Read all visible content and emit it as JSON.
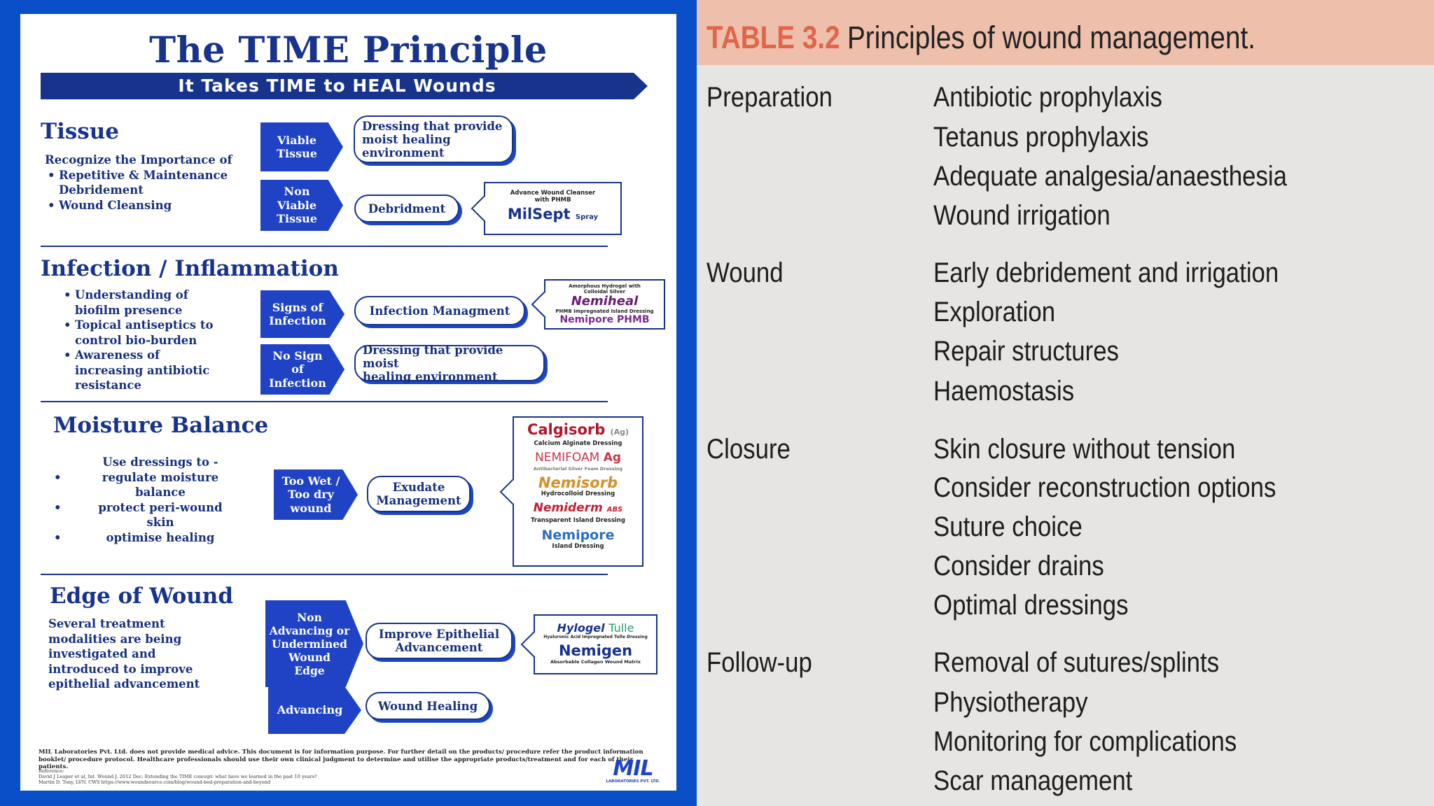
{
  "poster": {
    "title": "The TIME Principle",
    "banner": "It Takes TIME to HEAL Wounds",
    "tissue": {
      "heading": "Tissue",
      "intro": "Recognize the Importance of",
      "bullet1_l1": "Repetitive & Maintenance",
      "bullet1_l2": "Debridement",
      "bullet2": "Wound Cleansing",
      "arrow1_l1": "Viable",
      "arrow1_l2": "Tissue",
      "pill1_l1": "Dressing  that provide",
      "pill1_l2": "moist healing",
      "pill1_l3": "environment",
      "arrow2_l1": "Non",
      "arrow2_l2": "Viable",
      "arrow2_l3": "Tissue",
      "pill2": "Debridment",
      "box_sub1": "Advance Wound Cleanser",
      "box_sub2": "with PHMB",
      "box_product": "MilSept",
      "box_product_suffix": "Spray"
    },
    "infection": {
      "heading": "Infection / Inflammation",
      "b1_l1": "Understanding of",
      "b1_l2": "biofilm presence",
      "b2_l1": "Topical antiseptics to",
      "b2_l2": "control bio-burden",
      "b3_l1": "Awareness of",
      "b3_l2": "increasing antibiotic",
      "b3_l3": "resistance",
      "arrow1_l1": "Signs of",
      "arrow1_l2": "Infection",
      "pill1": "Infection Managment",
      "arrow2_l1": "No Sign",
      "arrow2_l2": "of",
      "arrow2_l3": "Infection",
      "pill2_l1": "Dressing  that provide moist",
      "pill2_l2": "healing environment",
      "box_sub1": "Amorphous Hydrogel with",
      "box_sub2": "Colloidal Silver",
      "box_product1": "Nemiheal",
      "box_sub3": "PHMB Impregnated Island Dressing",
      "box_product2": "Nemipore PHMB"
    },
    "moisture": {
      "heading": "Moisture Balance",
      "intro": "Use dressings to -",
      "b1_l1": "regulate moisture",
      "b1_l2": "balance",
      "b2_l1": "protect peri-wound",
      "b2_l2": "skin",
      "b3": "optimise healing",
      "arrow_l1": "Too Wet /",
      "arrow_l2": "Too dry",
      "arrow_l3": "wound",
      "pill_l1": "Exudate",
      "pill_l2": "Management",
      "p1": "Calgisorb",
      "p1_suffix": "(Ag)",
      "p1_sub": "Calcium Alginate Dressing",
      "p2": "NEMIFOAM",
      "p2_suffix": "Ag",
      "p2_sub": "Antibacterial Silver Foam Dressing",
      "p3": "Nemisorb",
      "p3_sub": "Hydrocolloid Dressing",
      "p4": "Nemiderm",
      "p4_suffix": "ABS",
      "p4_sub": "Transparent Island Dressing",
      "p5": "Nemipore",
      "p5_sub": "Island Dressing"
    },
    "edge": {
      "heading": "Edge of Wound",
      "t1": "Several treatment",
      "t2": "modalities are being",
      "t3": "investigated and",
      "t4": "introduced to improve",
      "t5": "epithelial advancement",
      "arrow1_l1": "Non",
      "arrow1_l2": "Advancing or",
      "arrow1_l3": "Undermined",
      "arrow1_l4": "Wound",
      "arrow1_l5": "Edge",
      "pill1_l1": "Improve Epithelial",
      "pill1_l2": "Advancement",
      "arrow2": "Advancing",
      "pill2": "Wound Healing",
      "box_product1": "Hylogel",
      "box_product1_suffix": "Tulle",
      "box_sub1": "Hyaluronic Acid Impregnated Tulle Dressing",
      "box_product2": "Nemigen",
      "box_sub2": "Absorbable Collagen Wound Matrix"
    },
    "disclaimer": "MIL Laboratories Pvt. Ltd. does not provide medical advice. This document is for information purpose. For further detail on the products/ procedure refer the product information booklet/ procedure protocol. Healthcare professionals should use their own clinical judgment to determine and utilise the appropriate products/treatment and for each of their patients.",
    "refs_l1": "Reference:",
    "refs_l2": "David J Leaper et al, Int. Wound J. 2012 Dec; Extending the TIME concept: what have we learned in the past 10 years?",
    "refs_l3": "Martin D. Tony, LVN, CWS https://www.woundsource.com/blog/wound-bed-preparation-and-beyond",
    "logo": "MIL",
    "logo_sub": "LABORATORIES PVT. LTD."
  },
  "table": {
    "label": "TABLE 3.2",
    "title": "Principles of wound management.",
    "rows": [
      {
        "category": "Preparation",
        "items": [
          "Antibiotic prophylaxis",
          "Tetanus prophylaxis",
          "Adequate analgesia/anaesthesia",
          "Wound irrigation"
        ]
      },
      {
        "category": "Wound",
        "items": [
          "Early debridement and irrigation",
          "Exploration",
          "Repair structures",
          "Haemostasis"
        ]
      },
      {
        "category": "Closure",
        "items": [
          "Skin closure without tension",
          "Consider reconstruction options",
          "Suture choice",
          "Consider drains",
          "Optimal dressings"
        ]
      },
      {
        "category": "Follow-up",
        "items": [
          "Removal of sutures/splints",
          "Physiotherapy",
          "Monitoring for complications",
          "Scar management"
        ]
      }
    ]
  },
  "colors": {
    "poster_frame": "#0a4fc7",
    "poster_navy": "#17338c",
    "arrow_blue": "#1f43c4",
    "table_header_bg": "#eec0ac",
    "table_label": "#e0654a",
    "table_bg": "#e6e5e3"
  }
}
